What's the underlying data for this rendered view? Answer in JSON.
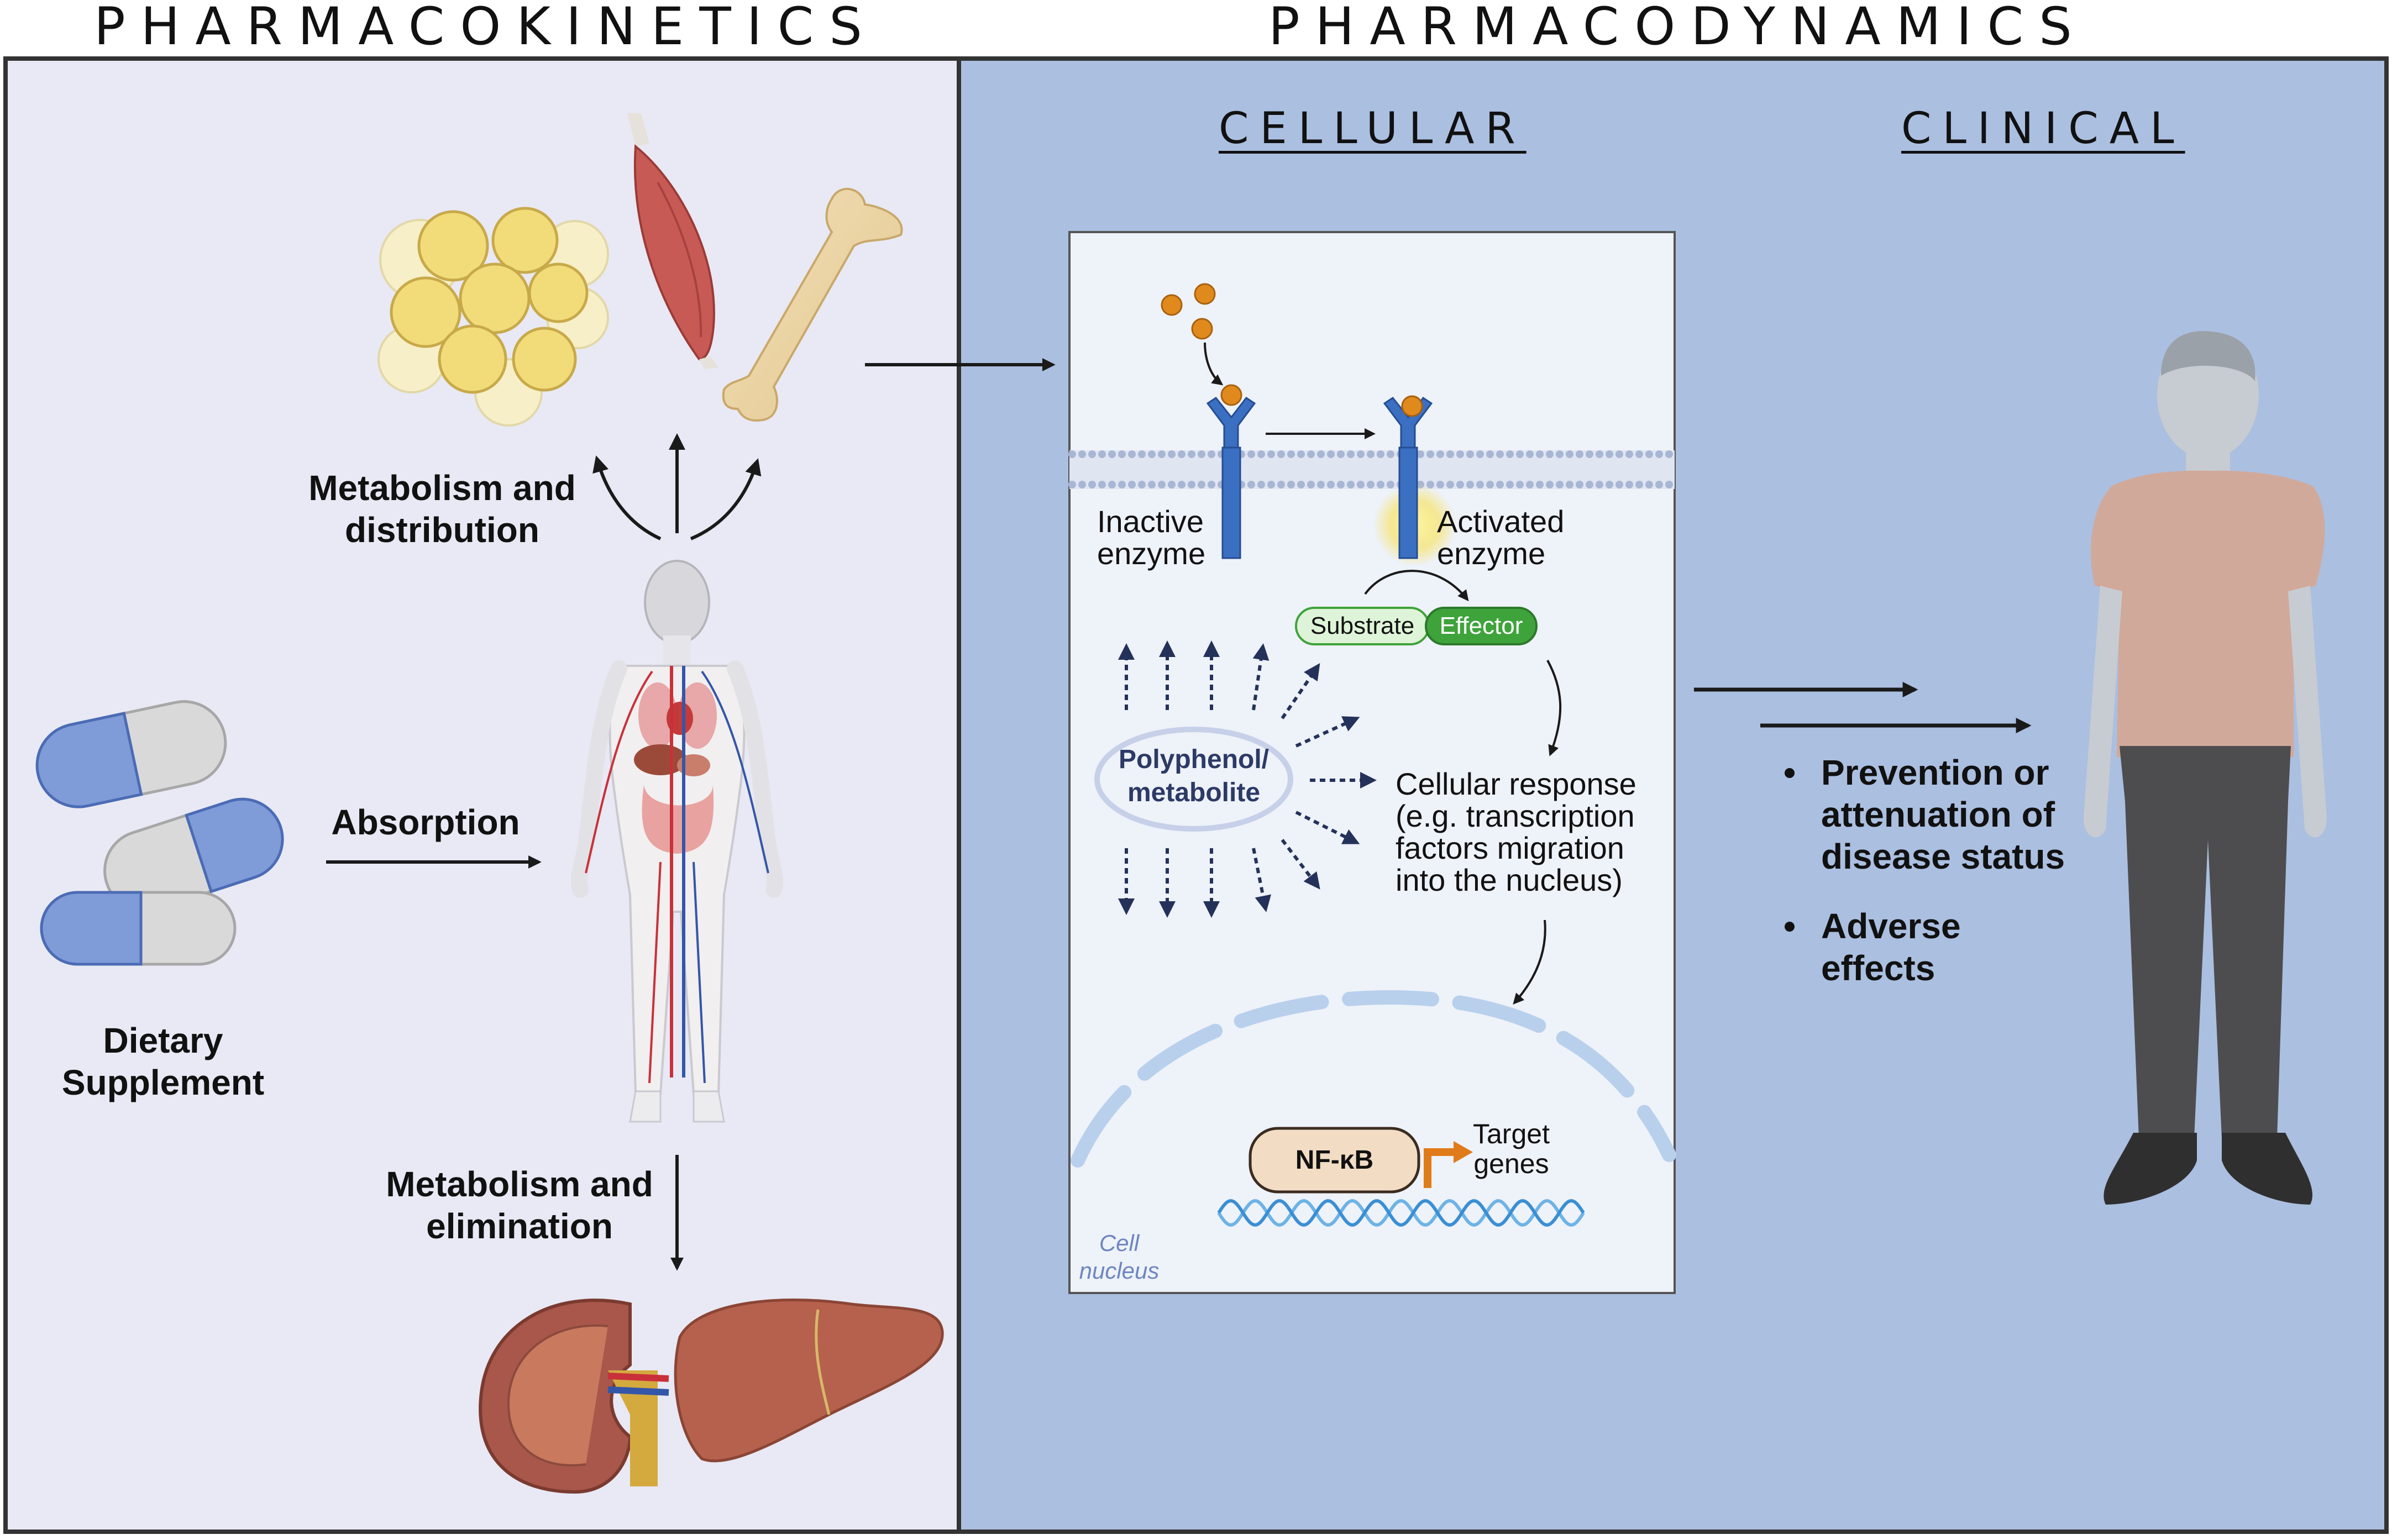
{
  "headers": {
    "left": "PHARMACOKINETICS",
    "right": "PHARMACODYNAMICS"
  },
  "subheaders": {
    "cellular": "CELLULAR",
    "clinical": "CLINICAL"
  },
  "pk": {
    "metab_dist": "Metabolism and\ndistribution",
    "absorption": "Absorption",
    "supplement": "Dietary\nSupplement",
    "metab_elim": "Metabolism and\nelimination"
  },
  "cell": {
    "inactive": "Inactive\nenzyme",
    "activated": "Activated\nenzyme",
    "substrate": "Substrate",
    "effector": "Effector",
    "polyphenol": "Polyphenol/\nmetabolite",
    "response": "Cellular response\n(e.g. transcription\nfactors migration\ninto the nucleus)",
    "nfkb": "NF-κB",
    "target": "Target\ngenes",
    "nucleus": "Cell\nnucleus"
  },
  "clinical": {
    "effects": [
      "Prevention or\nattenuation of\ndisease status",
      "Adverse\neffects"
    ]
  },
  "colors": {
    "pk_panel": "#e8e9f4",
    "pd_panel": "#abbfe0",
    "cell_panel": "#eef2f9",
    "enzyme": "#3b6fc2",
    "ligand": "#e08a1e",
    "substrate": "#def4d8",
    "effector": "#3fa33b",
    "pill_blue": "#7f9bd8",
    "organ": "#b5614d"
  }
}
